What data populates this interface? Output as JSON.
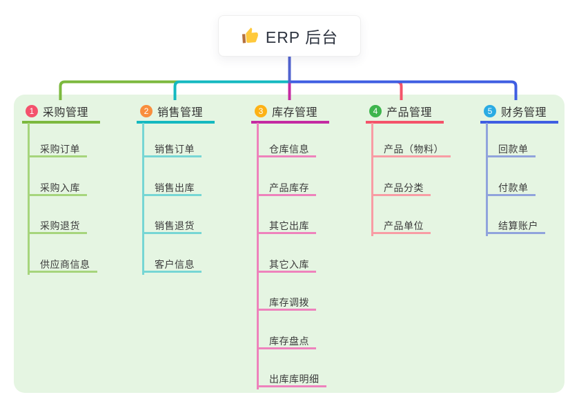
{
  "root": {
    "label": "ERP 后台",
    "icon": "thumbs-up",
    "icon_hand_color": "#ffc93c",
    "icon_cuff_color": "#b5713f",
    "line_color": "#5163cf"
  },
  "panel": {
    "background": "#e5f5e2"
  },
  "branches": [
    {
      "num": "1",
      "label": "采购管理",
      "badge_color": "#f4516c",
      "line_color": "#7cb93e",
      "tint_color": "#a6d57c",
      "children": [
        "采购订单",
        "采购入库",
        "采购退货",
        "供应商信息"
      ]
    },
    {
      "num": "2",
      "label": "销售管理",
      "badge_color": "#f98e3d",
      "line_color": "#14b9c0",
      "tint_color": "#76d6d4",
      "children": [
        "销售订单",
        "销售出库",
        "销售退货",
        "客户信息"
      ]
    },
    {
      "num": "3",
      "label": "库存管理",
      "badge_color": "#fdb216",
      "line_color": "#c42ba2",
      "tint_color": "#ee82bc",
      "children": [
        "仓库信息",
        "产品库存",
        "其它出库",
        "其它入库",
        "库存调拨",
        "库存盘点",
        "出库库明细"
      ]
    },
    {
      "num": "4",
      "label": "产品管理",
      "badge_color": "#3eb54d",
      "line_color": "#f4536a",
      "tint_color": "#f89ca4",
      "children": [
        "产品（物料）",
        "产品分类",
        "产品单位"
      ]
    },
    {
      "num": "5",
      "label": "财务管理",
      "badge_color": "#2aabe3",
      "line_color": "#3f5ee2",
      "tint_color": "#90a3dc",
      "children": [
        "回款单",
        "付款单",
        "结算账户"
      ]
    }
  ]
}
